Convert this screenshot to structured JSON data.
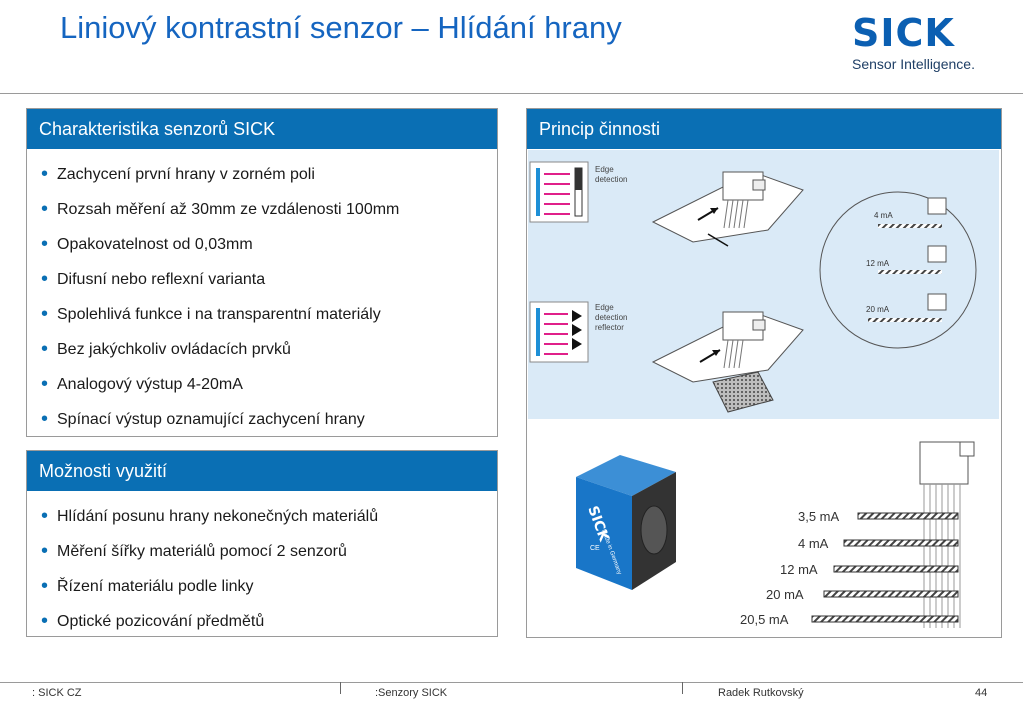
{
  "header": {
    "title": "Liniový kontrastní senzor – Hlídání hrany",
    "logo_word": "SICK",
    "logo_tagline": "Sensor Intelligence."
  },
  "left_top_panel": {
    "heading": "Charakteristika senzorů SICK",
    "items": [
      "Zachycení první hrany v zorném poli",
      "Rozsah měření až 30mm ze vzdálenosti 100mm",
      "Opakovatelnost od 0,03mm",
      "Difusní nebo reflexní varianta",
      "Spolehlivá funkce i na transparentní materiály",
      "Bez jakýchkoliv ovládacích prvků",
      "Analogový výstup 4-20mA",
      "Spínací výstup oznamující zachycení hrany"
    ]
  },
  "left_bottom_panel": {
    "heading": "Možnosti využití",
    "items": [
      "Hlídání posunu hrany nekonečných materiálů",
      "Měření šířky materiálů pomocí 2 senzorů",
      "Řízení materiálu podle linky",
      "Optické pozicování předmětů"
    ]
  },
  "right_panel": {
    "heading": "Princip činnosti",
    "diagram1_label": [
      "Edge",
      "detection"
    ],
    "diagram2_label": [
      "Edge",
      "detection",
      "reflector"
    ],
    "circle_labels": [
      "4 mA",
      "12 mA",
      "20 mA"
    ],
    "product_labels": [
      "SICK",
      "Made in Germany",
      "CE"
    ],
    "current_labels": [
      "3,5 mA",
      "4 mA",
      "12 mA",
      "20 mA",
      "20,5 mA"
    ],
    "colors": {
      "diagram_background": "#daeaf7",
      "arrow": "#e0208a",
      "bar": "#1e8fd6",
      "housing": "#1976c8"
    }
  },
  "footer": {
    "left": ": SICK CZ",
    "center": ":Senzory SICK",
    "author": "Radek Rutkovský",
    "page": "44"
  }
}
